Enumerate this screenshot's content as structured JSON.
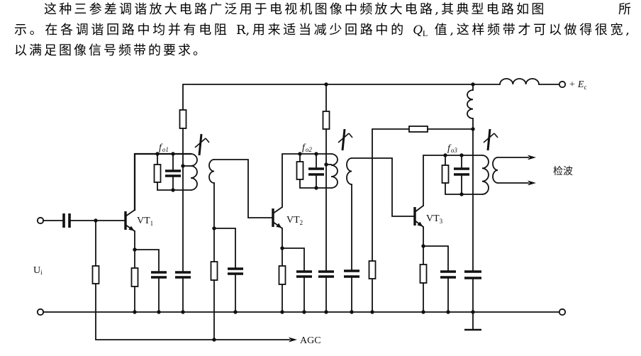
{
  "document": {
    "paragraph": {
      "line1": "这种三参差调谐放大电路广泛用于电视机图像中频放大电路,其典型电路如图",
      "line1_tail": "所",
      "line2_a": "示。在各调谐回路中均并有电阻 R,用来适当减少回路中的 ",
      "line2_q": "Q",
      "line2_q_sub": "L",
      "line2_b": " 值,这样频带才可以做得很宽,",
      "line3": "以满足图像信号频带的要求。"
    }
  },
  "diagram": {
    "input_label": {
      "main": "U",
      "sub": "i"
    },
    "supply_label": {
      "sign": "+",
      "main": "E",
      "sub": "c"
    },
    "output_label": "检波",
    "agc_label": "AGC",
    "stages": [
      {
        "transistor": {
          "main": "VT",
          "sub": "1"
        },
        "tuned_freq": {
          "main": "f",
          "sub": "o1"
        }
      },
      {
        "transistor": {
          "main": "VT",
          "sub": "2"
        },
        "tuned_freq": {
          "main": "f",
          "sub": "o2"
        }
      },
      {
        "transistor": {
          "main": "VT",
          "sub": "3"
        },
        "tuned_freq": {
          "main": "f",
          "sub": "o3"
        }
      }
    ]
  },
  "colors": {
    "ink": "#111111",
    "paper": "#ffffff"
  }
}
